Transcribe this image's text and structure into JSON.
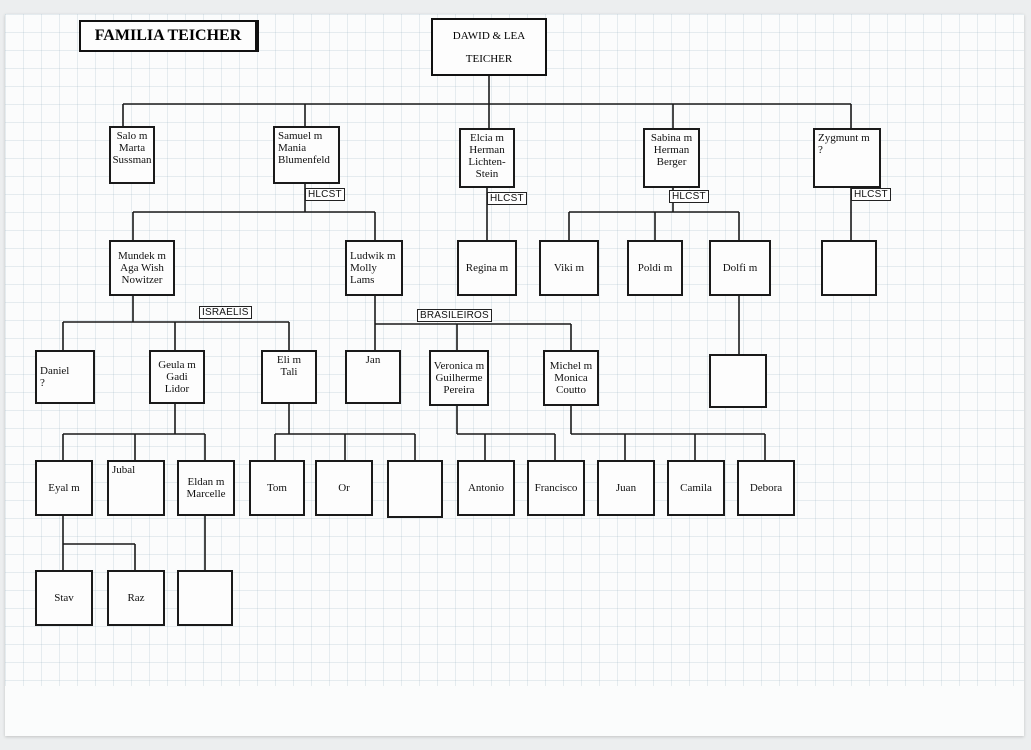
{
  "title": "FAMILIA TEICHER",
  "root": {
    "line1": "DAWID & LEA",
    "line2": "TEICHER"
  },
  "tags": [
    {
      "id": "hlcst-samuel",
      "text": "HLCST"
    },
    {
      "id": "hlcst-elcia",
      "text": "HLCST"
    },
    {
      "id": "hlcst-sabina",
      "text": "HLCST"
    },
    {
      "id": "hlcst-zygmunt",
      "text": "HLCST"
    },
    {
      "id": "israelis",
      "text": "ISRAELIS"
    },
    {
      "id": "brasileiros",
      "text": "BRASILEIROS"
    }
  ],
  "people": [
    {
      "id": "salo",
      "label": "Salo m\nMarta\nSussman",
      "parent": "root"
    },
    {
      "id": "samuel",
      "label": "Samuel m\nMania\nBlumenfeld",
      "parent": "root"
    },
    {
      "id": "elcia",
      "label": "Elcia m\nHerman\nLichten-\nStein",
      "parent": "root"
    },
    {
      "id": "sabina",
      "label": "Sabina m\nHerman\nBerger",
      "parent": "root"
    },
    {
      "id": "zygmunt",
      "label": "Zygmunt m\n?",
      "parent": "root"
    },
    {
      "id": "mundek",
      "label": "Mundek m\nAga Wish\nNowitzer",
      "parent": "samuel"
    },
    {
      "id": "ludwik",
      "label": "Ludwik m\nMolly\nLams",
      "parent": "samuel"
    },
    {
      "id": "regina",
      "label": "Regina m",
      "parent": "elcia"
    },
    {
      "id": "viki",
      "label": "Viki m",
      "parent": "sabina"
    },
    {
      "id": "poldi",
      "label": "Poldi m",
      "parent": "sabina"
    },
    {
      "id": "dolfi",
      "label": "Dolfi m",
      "parent": "sabina"
    },
    {
      "id": "zygmunt-child",
      "label": "",
      "parent": "zygmunt"
    },
    {
      "id": "daniel",
      "label": "Daniel\n?",
      "parent": "mundek"
    },
    {
      "id": "geula",
      "label": "Geula m\nGadi\nLidor",
      "parent": "mundek"
    },
    {
      "id": "eli",
      "label": "Eli m\nTali",
      "parent": "mundek"
    },
    {
      "id": "jan",
      "label": "Jan",
      "parent": "ludwik"
    },
    {
      "id": "veronica",
      "label": "Veronica m\nGuilherme\nPereira",
      "parent": "ludwik"
    },
    {
      "id": "michel",
      "label": "Michel m\nMonica\nCoutto",
      "parent": "ludwik"
    },
    {
      "id": "dolfi-child",
      "label": "",
      "parent": "dolfi"
    },
    {
      "id": "eyal",
      "label": "Eyal m",
      "parent": "geula"
    },
    {
      "id": "jubal",
      "label": "Jubal",
      "parent": "geula"
    },
    {
      "id": "eldan",
      "label": "Eldan m\nMarcelle",
      "parent": "geula"
    },
    {
      "id": "tom",
      "label": "Tom",
      "parent": "eli"
    },
    {
      "id": "or",
      "label": "Or",
      "parent": "eli"
    },
    {
      "id": "eli-child3",
      "label": "",
      "parent": "eli"
    },
    {
      "id": "antonio",
      "label": "Antonio",
      "parent": "veronica"
    },
    {
      "id": "francisco",
      "label": "Francisco",
      "parent": "veronica"
    },
    {
      "id": "juan",
      "label": "Juan",
      "parent": "michel"
    },
    {
      "id": "camila",
      "label": "Camila",
      "parent": "michel"
    },
    {
      "id": "debora",
      "label": "Debora",
      "parent": "michel"
    },
    {
      "id": "stav",
      "label": "Stav",
      "parent": "eyal"
    },
    {
      "id": "raz",
      "label": "Raz",
      "parent": "eyal"
    },
    {
      "id": "eldan-child",
      "label": "",
      "parent": "eldan"
    }
  ]
}
